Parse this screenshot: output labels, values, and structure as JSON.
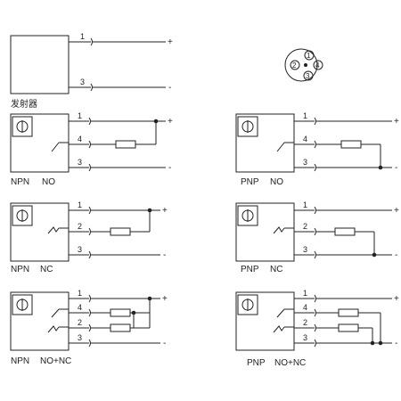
{
  "emitter": {
    "label": "发射器",
    "pins": [
      "1",
      "3"
    ],
    "signs": [
      "+",
      "-"
    ]
  },
  "connector": {
    "pins": [
      "1",
      "2",
      "3",
      "4"
    ]
  },
  "blocks": [
    {
      "id": "npn-no",
      "type": "NPN",
      "mode": "NO",
      "pins": [
        "1",
        "4",
        "3"
      ],
      "signs": [
        "+",
        "",
        "-"
      ]
    },
    {
      "id": "pnp-no",
      "type": "PNP",
      "mode": "NO",
      "pins": [
        "1",
        "4",
        "3"
      ],
      "signs": [
        "+",
        "",
        "-"
      ]
    },
    {
      "id": "npn-nc",
      "type": "NPN",
      "mode": "NC",
      "pins": [
        "1",
        "2",
        "3"
      ],
      "signs": [
        "+",
        "",
        "-"
      ]
    },
    {
      "id": "pnp-nc",
      "type": "PNP",
      "mode": "NC",
      "pins": [
        "1",
        "2",
        "3"
      ],
      "signs": [
        "+",
        "",
        "-"
      ]
    },
    {
      "id": "npn-nonc",
      "type": "NPN",
      "mode": "NO+NC",
      "pins": [
        "1",
        "4",
        "2",
        "3"
      ],
      "signs": [
        "+",
        "",
        "",
        "-"
      ]
    },
    {
      "id": "pnp-nonc",
      "type": "PNP",
      "mode": "NO+NC",
      "pins": [
        "1",
        "4",
        "2",
        "3"
      ],
      "signs": [
        "+",
        "",
        "",
        "-"
      ]
    }
  ]
}
